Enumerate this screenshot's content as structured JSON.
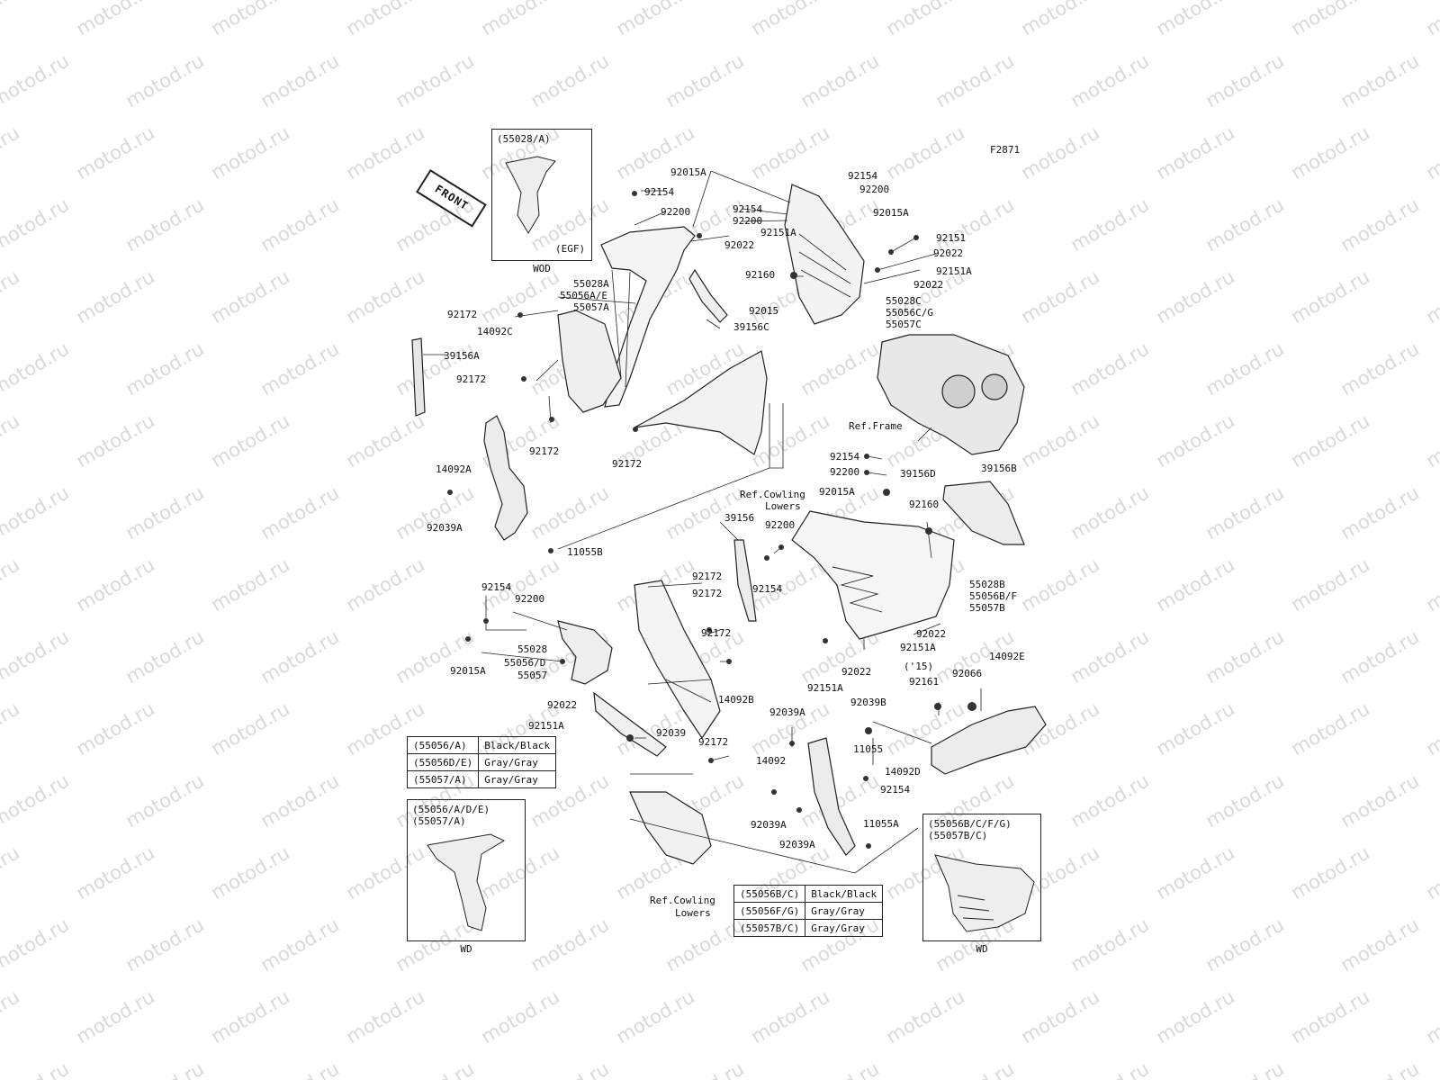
{
  "diagram_code": "F2871",
  "watermark_text": "motod.ru",
  "front_label": "FRONT",
  "labels": [
    {
      "id": "92015A-top",
      "text": "92015A"
    },
    {
      "id": "92154-a",
      "text": "92154"
    },
    {
      "id": "92200-a",
      "text": "92200"
    },
    {
      "id": "92154-b",
      "text": "92154"
    },
    {
      "id": "92200-b",
      "text": "92200"
    },
    {
      "id": "92154-c",
      "text": "92154"
    },
    {
      "id": "92200-c",
      "text": "92200"
    },
    {
      "id": "92015A-r",
      "text": "92015A"
    },
    {
      "id": "92151A-a",
      "text": "92151A"
    },
    {
      "id": "92022-a",
      "text": "92022"
    },
    {
      "id": "92151-a",
      "text": "92151"
    },
    {
      "id": "92022-b",
      "text": "92022"
    },
    {
      "id": "92151A-b",
      "text": "92151A"
    },
    {
      "id": "92022-c",
      "text": "92022"
    },
    {
      "id": "92160-a",
      "text": "92160"
    },
    {
      "id": "92015",
      "text": "92015"
    },
    {
      "id": "55028C",
      "text": "55028C"
    },
    {
      "id": "55056CG",
      "text": "55056C/G"
    },
    {
      "id": "55057C",
      "text": "55057C"
    },
    {
      "id": "55028A",
      "text": "55028A"
    },
    {
      "id": "55056AE",
      "text": "55056A/E"
    },
    {
      "id": "55057A",
      "text": "55057A"
    },
    {
      "id": "92172-a",
      "text": "92172"
    },
    {
      "id": "14092C",
      "text": "14092C"
    },
    {
      "id": "39156C",
      "text": "39156C"
    },
    {
      "id": "39156A",
      "text": "39156A"
    },
    {
      "id": "92172-b",
      "text": "92172"
    },
    {
      "id": "92172-c",
      "text": "92172"
    },
    {
      "id": "92172-d",
      "text": "92172"
    },
    {
      "id": "ref-frame",
      "text": "Ref.Frame"
    },
    {
      "id": "14092A",
      "text": "14092A"
    },
    {
      "id": "92154-d",
      "text": "92154"
    },
    {
      "id": "92200-d",
      "text": "92200"
    },
    {
      "id": "39156D",
      "text": "39156D"
    },
    {
      "id": "39156B",
      "text": "39156B"
    },
    {
      "id": "ref-cowl-1a",
      "text": "Ref.Cowling"
    },
    {
      "id": "ref-cowl-1b",
      "text": "Lowers"
    },
    {
      "id": "92015A-m",
      "text": "92015A"
    },
    {
      "id": "92160-b",
      "text": "92160"
    },
    {
      "id": "92039A-a",
      "text": "92039A"
    },
    {
      "id": "39156",
      "text": "39156"
    },
    {
      "id": "92200-e",
      "text": "92200"
    },
    {
      "id": "11055B",
      "text": "11055B"
    },
    {
      "id": "92154-e",
      "text": "92154"
    },
    {
      "id": "55028B",
      "text": "55028B"
    },
    {
      "id": "55056BF",
      "text": "55056B/F"
    },
    {
      "id": "55057B",
      "text": "55057B"
    },
    {
      "id": "92172-e",
      "text": "92172"
    },
    {
      "id": "92154-f",
      "text": "92154"
    },
    {
      "id": "92200-f",
      "text": "92200"
    },
    {
      "id": "92172-f",
      "text": "92172"
    },
    {
      "id": "92172-g",
      "text": "92172"
    },
    {
      "id": "92022-d",
      "text": "92022"
    },
    {
      "id": "92151A-c",
      "text": "92151A"
    },
    {
      "id": "55028",
      "text": "55028"
    },
    {
      "id": "55056D",
      "text": "55056/D"
    },
    {
      "id": "55057",
      "text": "55057"
    },
    {
      "id": "92015A-l",
      "text": "92015A"
    },
    {
      "id": "92022-e",
      "text": "92022"
    },
    {
      "id": "92151A-d",
      "text": "92151A"
    },
    {
      "id": "14092E",
      "text": "14092E"
    },
    {
      "id": "yr15",
      "text": "('15)"
    },
    {
      "id": "92161",
      "text": "92161"
    },
    {
      "id": "92066",
      "text": "92066"
    },
    {
      "id": "92022-f",
      "text": "92022"
    },
    {
      "id": "92151A-e",
      "text": "92151A"
    },
    {
      "id": "14092B",
      "text": "14092B"
    },
    {
      "id": "92039A-b",
      "text": "92039A"
    },
    {
      "id": "92039B",
      "text": "92039B"
    },
    {
      "id": "92039",
      "text": "92039"
    },
    {
      "id": "92172-h",
      "text": "92172"
    },
    {
      "id": "14092",
      "text": "14092"
    },
    {
      "id": "11055",
      "text": "11055"
    },
    {
      "id": "14092D",
      "text": "14092D"
    },
    {
      "id": "92154-g",
      "text": "92154"
    },
    {
      "id": "92039A-c",
      "text": "92039A"
    },
    {
      "id": "92039A-d",
      "text": "92039A"
    },
    {
      "id": "11055A",
      "text": "11055A"
    },
    {
      "id": "ref-cowl-2a",
      "text": "Ref.Cowling"
    },
    {
      "id": "ref-cowl-2b",
      "text": "Lowers"
    }
  ],
  "inset_top": {
    "caption": "(55028/A)",
    "sub": "(EGF)",
    "foot": "WOD"
  },
  "inset_left": {
    "caption": "(55056/A/D/E)\n(55057/A)",
    "foot": "WD"
  },
  "inset_right": {
    "caption": "(55056B/C/F/G)\n(55057B/C)",
    "foot": "WD"
  },
  "color_table_left": [
    {
      "part": "(55056/A)",
      "color": "Black/Black"
    },
    {
      "part": "(55056D/E)",
      "color": "Gray/Gray"
    },
    {
      "part": "(55057/A)",
      "color": "Gray/Gray"
    }
  ],
  "color_table_right": [
    {
      "part": "(55056B/C)",
      "color": "Black/Black"
    },
    {
      "part": "(55056F/G)",
      "color": "Gray/Gray"
    },
    {
      "part": "(55057B/C)",
      "color": "Gray/Gray"
    }
  ]
}
